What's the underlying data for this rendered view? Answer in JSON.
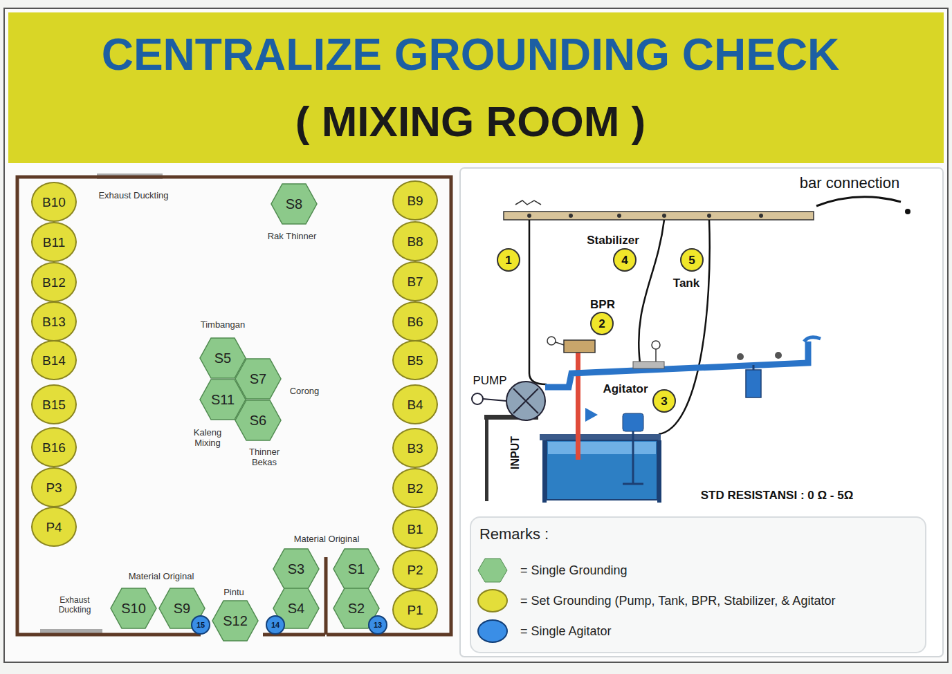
{
  "diagram": {
    "title": "CENTRALIZE GROUNDING CHECK",
    "nodes": [
      {
        "text": [
          "B10"
        ]
      },
      {
        "text": [
          "B11"
        ]
      },
      {
        "text": [
          "B12"
        ]
      },
      {
        "text": [
          "B13"
        ]
      },
      {
        "text": [
          "B14"
        ]
      },
      {
        "text": [
          "B15"
        ]
      },
      {
        "text": [
          "B16"
        ]
      },
      {
        "text": [
          "P3"
        ]
      },
      {
        "text": [
          "P4"
        ]
      },
      {
        "text": [
          "S8"
        ]
      },
      {
        "text": [
          "S5"
        ]
      },
      {
        "text": [
          "S7"
        ]
      },
      {
        "text": [
          "S11"
        ]
      },
      {
        "text": [
          "S6"
        ]
      },
      {
        "text": [
          "B9"
        ]
      },
      {
        "text": [
          "B8"
        ]
      },
      {
        "text": [
          "B7"
        ]
      },
      {
        "text": [
          "B6"
        ]
      },
      {
        "text": [
          "B5"
        ]
      },
      {
        "text": [
          "B4"
        ]
      },
      {
        "text": [
          "B3"
        ]
      },
      {
        "text": [
          "B2"
        ]
      },
      {
        "text": [
          "B1"
        ]
      },
      {
        "text": [
          "P2"
        ]
      },
      {
        "text": [
          "P1"
        ]
      },
      {
        "text": [
          "S3"
        ]
      },
      {
        "text": [
          "S1"
        ]
      },
      {
        "text": [
          "S10"
        ]
      },
      {
        "text": [
          "S9"
        ]
      },
      {
        "text": [
          "S12"
        ]
      },
      {
        "text": [
          "S4"
        ]
      },
      {
        "text": [
          "S2"
        ]
      },
      {
        "text": [
          "15"
        ]
      },
      {
        "text": [
          "14"
        ]
      },
      {
        "text": [
          "13"
        ]
      },
      {
        "text": [
          "1"
        ]
      },
      {
        "text": [
          "4"
        ]
      },
      {
        "text": [
          "5"
        ]
      },
      {
        "text": [
          "2"
        ]
      },
      {
        "text": [
          "3"
        ]
      }
    ],
    "labels": [
      "( MIXING ROOM )",
      "Exhaust Duckting",
      "Rak Thinner",
      "Timbangan",
      "Corong",
      "Kaleng Mixing",
      "Thinner Bekas",
      "Material Original",
      "Material Original",
      "Pintu",
      "Exhaust Duckting",
      "bar connection",
      "Stabilizer",
      "Tank",
      "BPR",
      "PUMP",
      "Agitator",
      "INPUT",
      "STD RESISTANSI : 0 Ω - 5Ω",
      "Remarks :"
    ],
    "legend": [
      {
        "text": "= Single Grounding",
        "color": "#8cc98a"
      },
      {
        "text": "= Set Grounding (Pump, Tank, BPR, Stabilizer, & Agitator",
        "color": "#e3de3a"
      },
      {
        "text": "= Single Agitator",
        "color": "#3a8ee6"
      }
    ]
  }
}
